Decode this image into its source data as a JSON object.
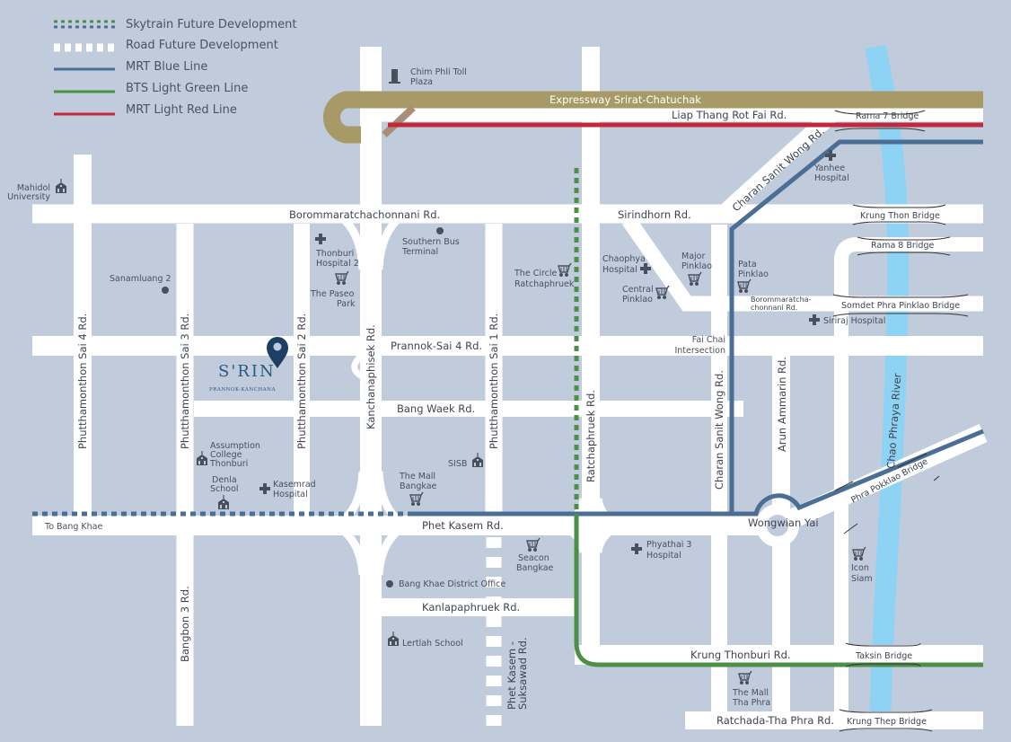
{
  "legend": [
    {
      "label": "Skytrain Future Development"
    },
    {
      "label": "Road Future Development"
    },
    {
      "label": "MRT Blue Line"
    },
    {
      "label": "BTS Light Green Line"
    },
    {
      "label": "MRT Light Red Line"
    }
  ],
  "colors": {
    "background": "#c0cbdc",
    "road": "#ffffff",
    "mrt_blue": "#4a6e94",
    "bts_green": "#4b9046",
    "mrt_red": "#c3283a",
    "expressway": "#a89a66",
    "river": "#8fd3f4",
    "pin": "#1c3f63"
  },
  "roads": {
    "expressway": "Expressway Srirat-Chatuchak",
    "liap": "Liap Thang Rot Fai Rd.",
    "borom": "Borommaratchachonnani Rd.",
    "sirindhorn": "Sirindhorn Rd.",
    "prannok": "Prannok-Sai 4 Rd.",
    "bangwaek": "Bang Waek Rd.",
    "phetkasem": "Phet Kasem Rd.",
    "tobangkhae": "To Bang Khae",
    "kanlapa": "Kanlapaphruek Rd.",
    "krungthonburi": "Krung Thonburi Rd.",
    "ratchada": "Ratchada-Tha Phra Rd.",
    "sai4": "Phutthamonthon Sai 4 Rd.",
    "sai3": "Phutthamonthon Sai 3 Rd.",
    "sai2": "Phutthamonthon Sai 2 Rd.",
    "sai1": "Phutthamonthon Sai 1 Rd.",
    "bangbon": "Bangbon 3 Rd.",
    "kanchana": "Kanchanaphisek Rd.",
    "ratchaphruek": "Ratchaphruek Rd.",
    "charan": "Charan Sanit Wong Rd.",
    "charan_diag": "Charan Sanit Wong Rd.",
    "arun": "Arun Ammarin Rd.",
    "suksawad_1": "Phet Kasem -",
    "suksawad_2": "Suksawad Rd.",
    "borom2_1": "Borommaratcha-",
    "borom2_2": "chonnani Rd.",
    "faichai_1": "Fai Chai",
    "faichai_2": "Intersection",
    "wongwian": "Wongwian Yai"
  },
  "bridges": {
    "rama7": "Rama 7 Bridge",
    "krungthon": "Krung Thon Bridge",
    "rama8": "Rama 8 Bridge",
    "pinklao": "Somdet Phra Pinklao Bridge",
    "pokklao": "Phra Pokklao Bridge",
    "taksin": "Taksin Bridge",
    "krungthep": "Krung Thep Bridge"
  },
  "river": "Chao Phraya River",
  "places": {
    "chimphli_1": "Chim Phli Toll",
    "chimphli_2": "Plaza",
    "mahidol_1": "Mahidol",
    "mahidol_2": "University",
    "sanam": "Sanamluang 2",
    "thonburi2_1": "Thonburi",
    "thonburi2_2": "Hospital 2",
    "paseo_1": "The Paseo",
    "paseo_2": "Park",
    "bus_1": "Southern Bus",
    "bus_2": "Terminal",
    "circle_1": "The Circle",
    "circle_2": "Ratchaphruek",
    "chaophya_1": "Chaophya",
    "chaophya_2": "Hospital",
    "central_1": "Central",
    "central_2": "Pinklao",
    "major_1": "Major",
    "major_2": "Pinklao",
    "pata_1": "Pata",
    "pata_2": "Pinklao",
    "yanhee_1": "Yanhee",
    "yanhee_2": "Hospital",
    "siriraj": "Siriraj Hospital",
    "assumption_1": "Assumption",
    "assumption_2": "College",
    "assumption_3": "Thonburi",
    "denla_1": "Denla",
    "denla_2": "School",
    "kasemrad_1": "Kasemrad",
    "kasemrad_2": "Hospital",
    "mallbk_1": "The Mall",
    "mallbk_2": "Bangkae",
    "sisb": "SISB",
    "seacon_1": "Seacon",
    "seacon_2": "Bangkae",
    "district": "Bang Khae District Office",
    "lertlah": "Lertlah School",
    "phyathai_1": "Phyathai 3",
    "phyathai_2": "Hospital",
    "icon_1": "Icon",
    "icon_2": "Siam",
    "mallthp_1": "The Mall",
    "mallthp_2": "Tha Phra"
  },
  "brand": {
    "name": "S'RIN",
    "sub": "PRANNOK-KANCHANA"
  }
}
